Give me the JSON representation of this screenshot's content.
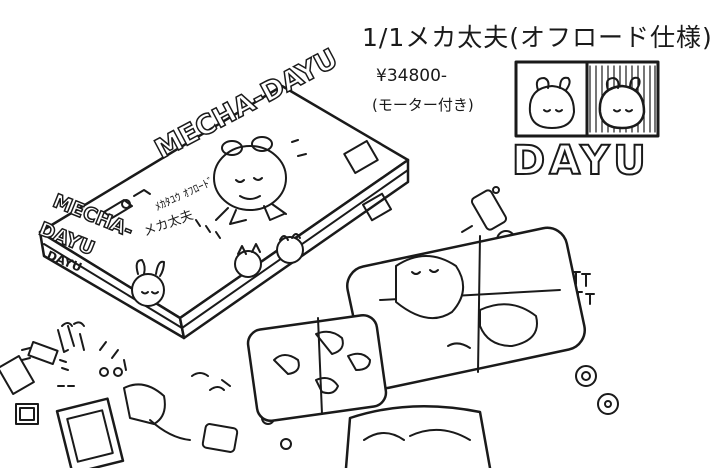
{
  "title": "1/1メカ太夫(オフロード仕様)",
  "price": "¥34800-",
  "note": "(モーター付き)",
  "logo": {
    "word": "DAYU"
  },
  "box": {
    "top_brand": "MECHA-DAYU",
    "side_brand_line1": "MECHA-",
    "side_brand_line2": "DAYU",
    "sub_text": "ﾒｶﾀﾕｳ ｵﾌﾛｰﾄﾞ",
    "name": "メカ太夫",
    "corner": "DAYU"
  },
  "colors": {
    "ink": "#1a1a1a",
    "paper": "#ffffff"
  }
}
